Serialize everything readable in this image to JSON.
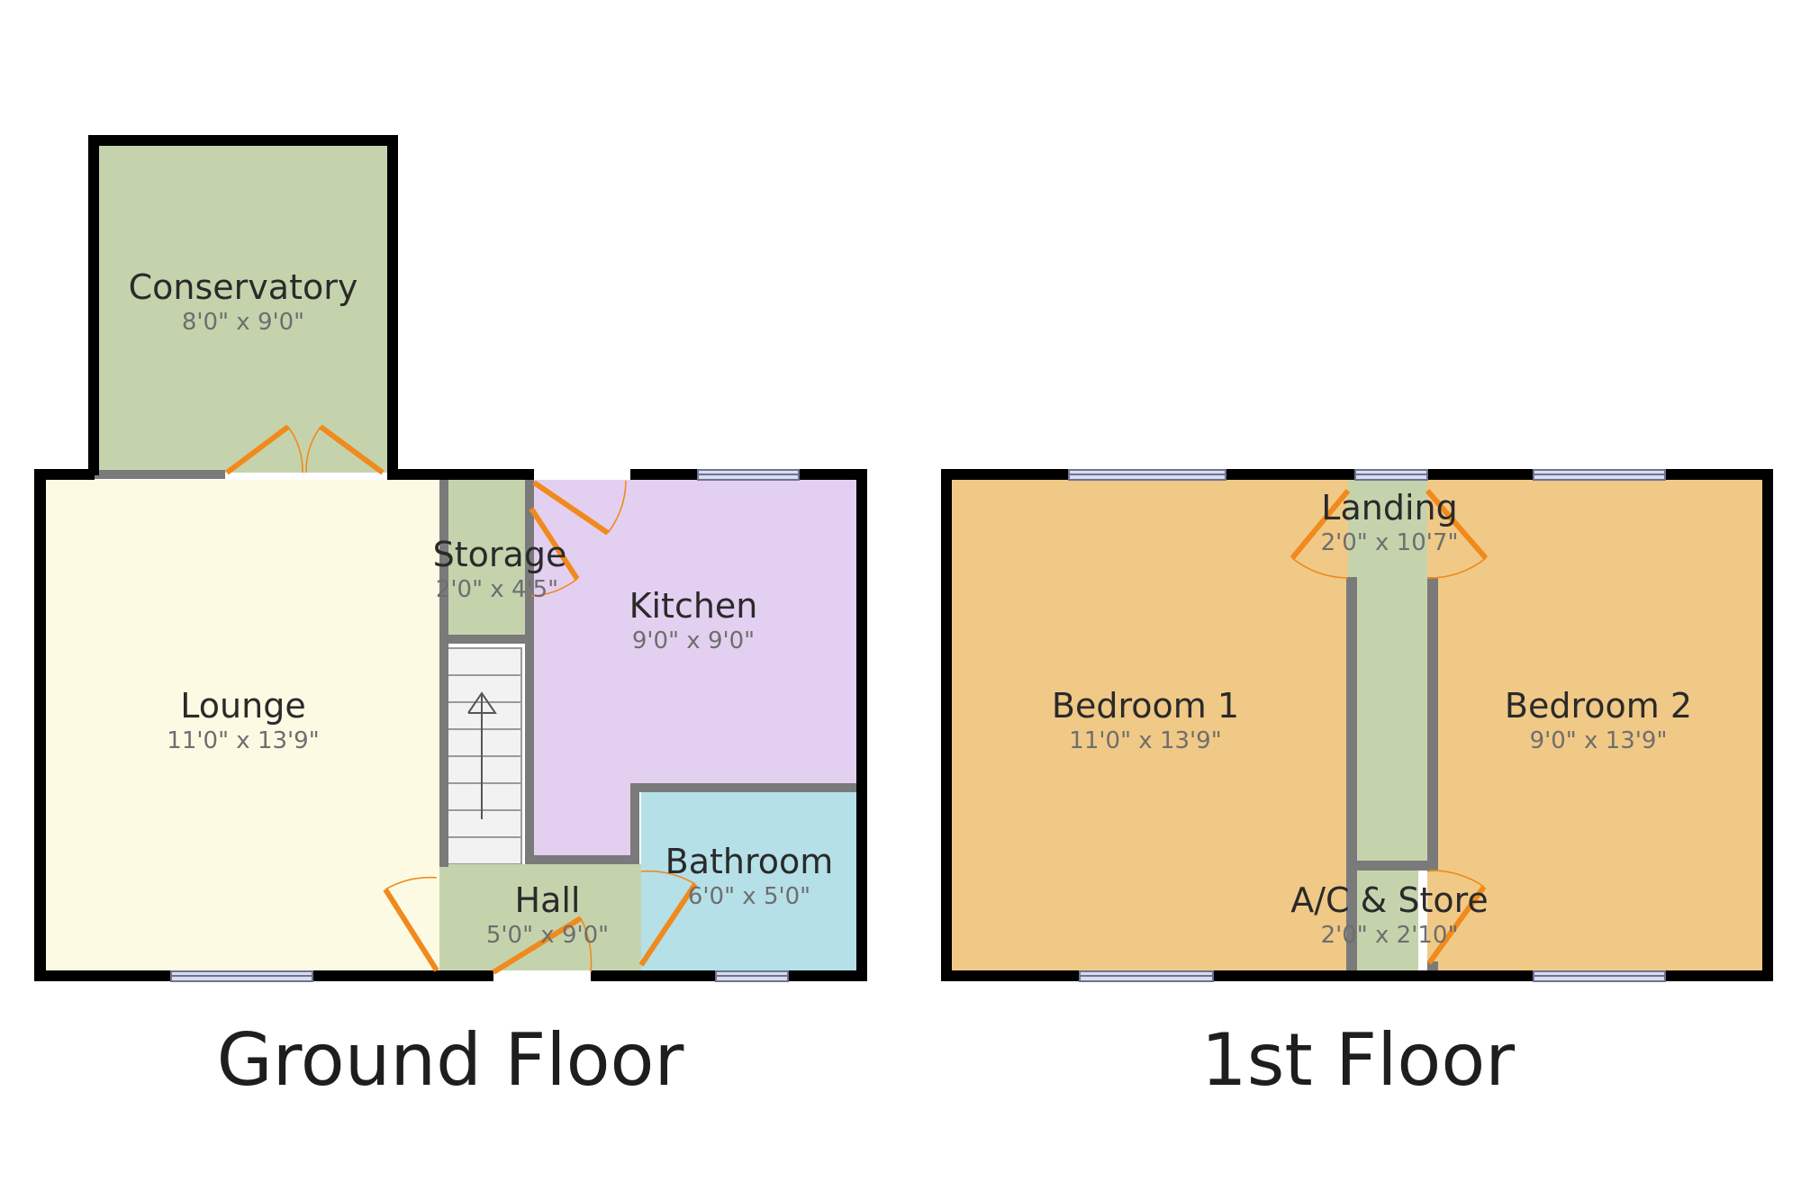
{
  "ground_floor": {
    "label": "Ground Floor",
    "rooms": {
      "conservatory": {
        "name": "Conservatory",
        "dims": "8'0\" x 9'0\"",
        "color": "#c5d3ad"
      },
      "lounge": {
        "name": "Lounge",
        "dims": "11'0\" x 13'9\"",
        "color": "#fdfae4"
      },
      "storage": {
        "name": "Storage",
        "dims": "2'0\" x 4'5\"",
        "color": "#c5d3ad"
      },
      "kitchen": {
        "name": "Kitchen",
        "dims": "9'0\" x 9'0\"",
        "color": "#e3d0f0"
      },
      "bathroom": {
        "name": "Bathroom",
        "dims": "6'0\" x 5'0\"",
        "color": "#b5e0e8"
      },
      "hall": {
        "name": "Hall",
        "dims": "5'0\" x 9'0\"",
        "color": "#c5d3ad"
      }
    }
  },
  "first_floor": {
    "label": "1st Floor",
    "rooms": {
      "landing": {
        "name": "Landing",
        "dims": "2'0\" x 10'7\"",
        "color": "#c5d3ad"
      },
      "bedroom1": {
        "name": "Bedroom 1",
        "dims": "11'0\" x 13'9\"",
        "color": "#f0c987"
      },
      "bedroom2": {
        "name": "Bedroom 2",
        "dims": "9'0\" x 13'9\"",
        "color": "#f0c987"
      },
      "ac_store": {
        "name": "A/C & Store",
        "dims": "2'0\" x 2'10\"",
        "color": "#c5d3ad"
      }
    }
  },
  "colors": {
    "wall": "#000000",
    "inner_wall": "#7a7a7a",
    "door": "#f08a1c",
    "window": "#d8dcef",
    "stairs": "#f2f2f2"
  }
}
